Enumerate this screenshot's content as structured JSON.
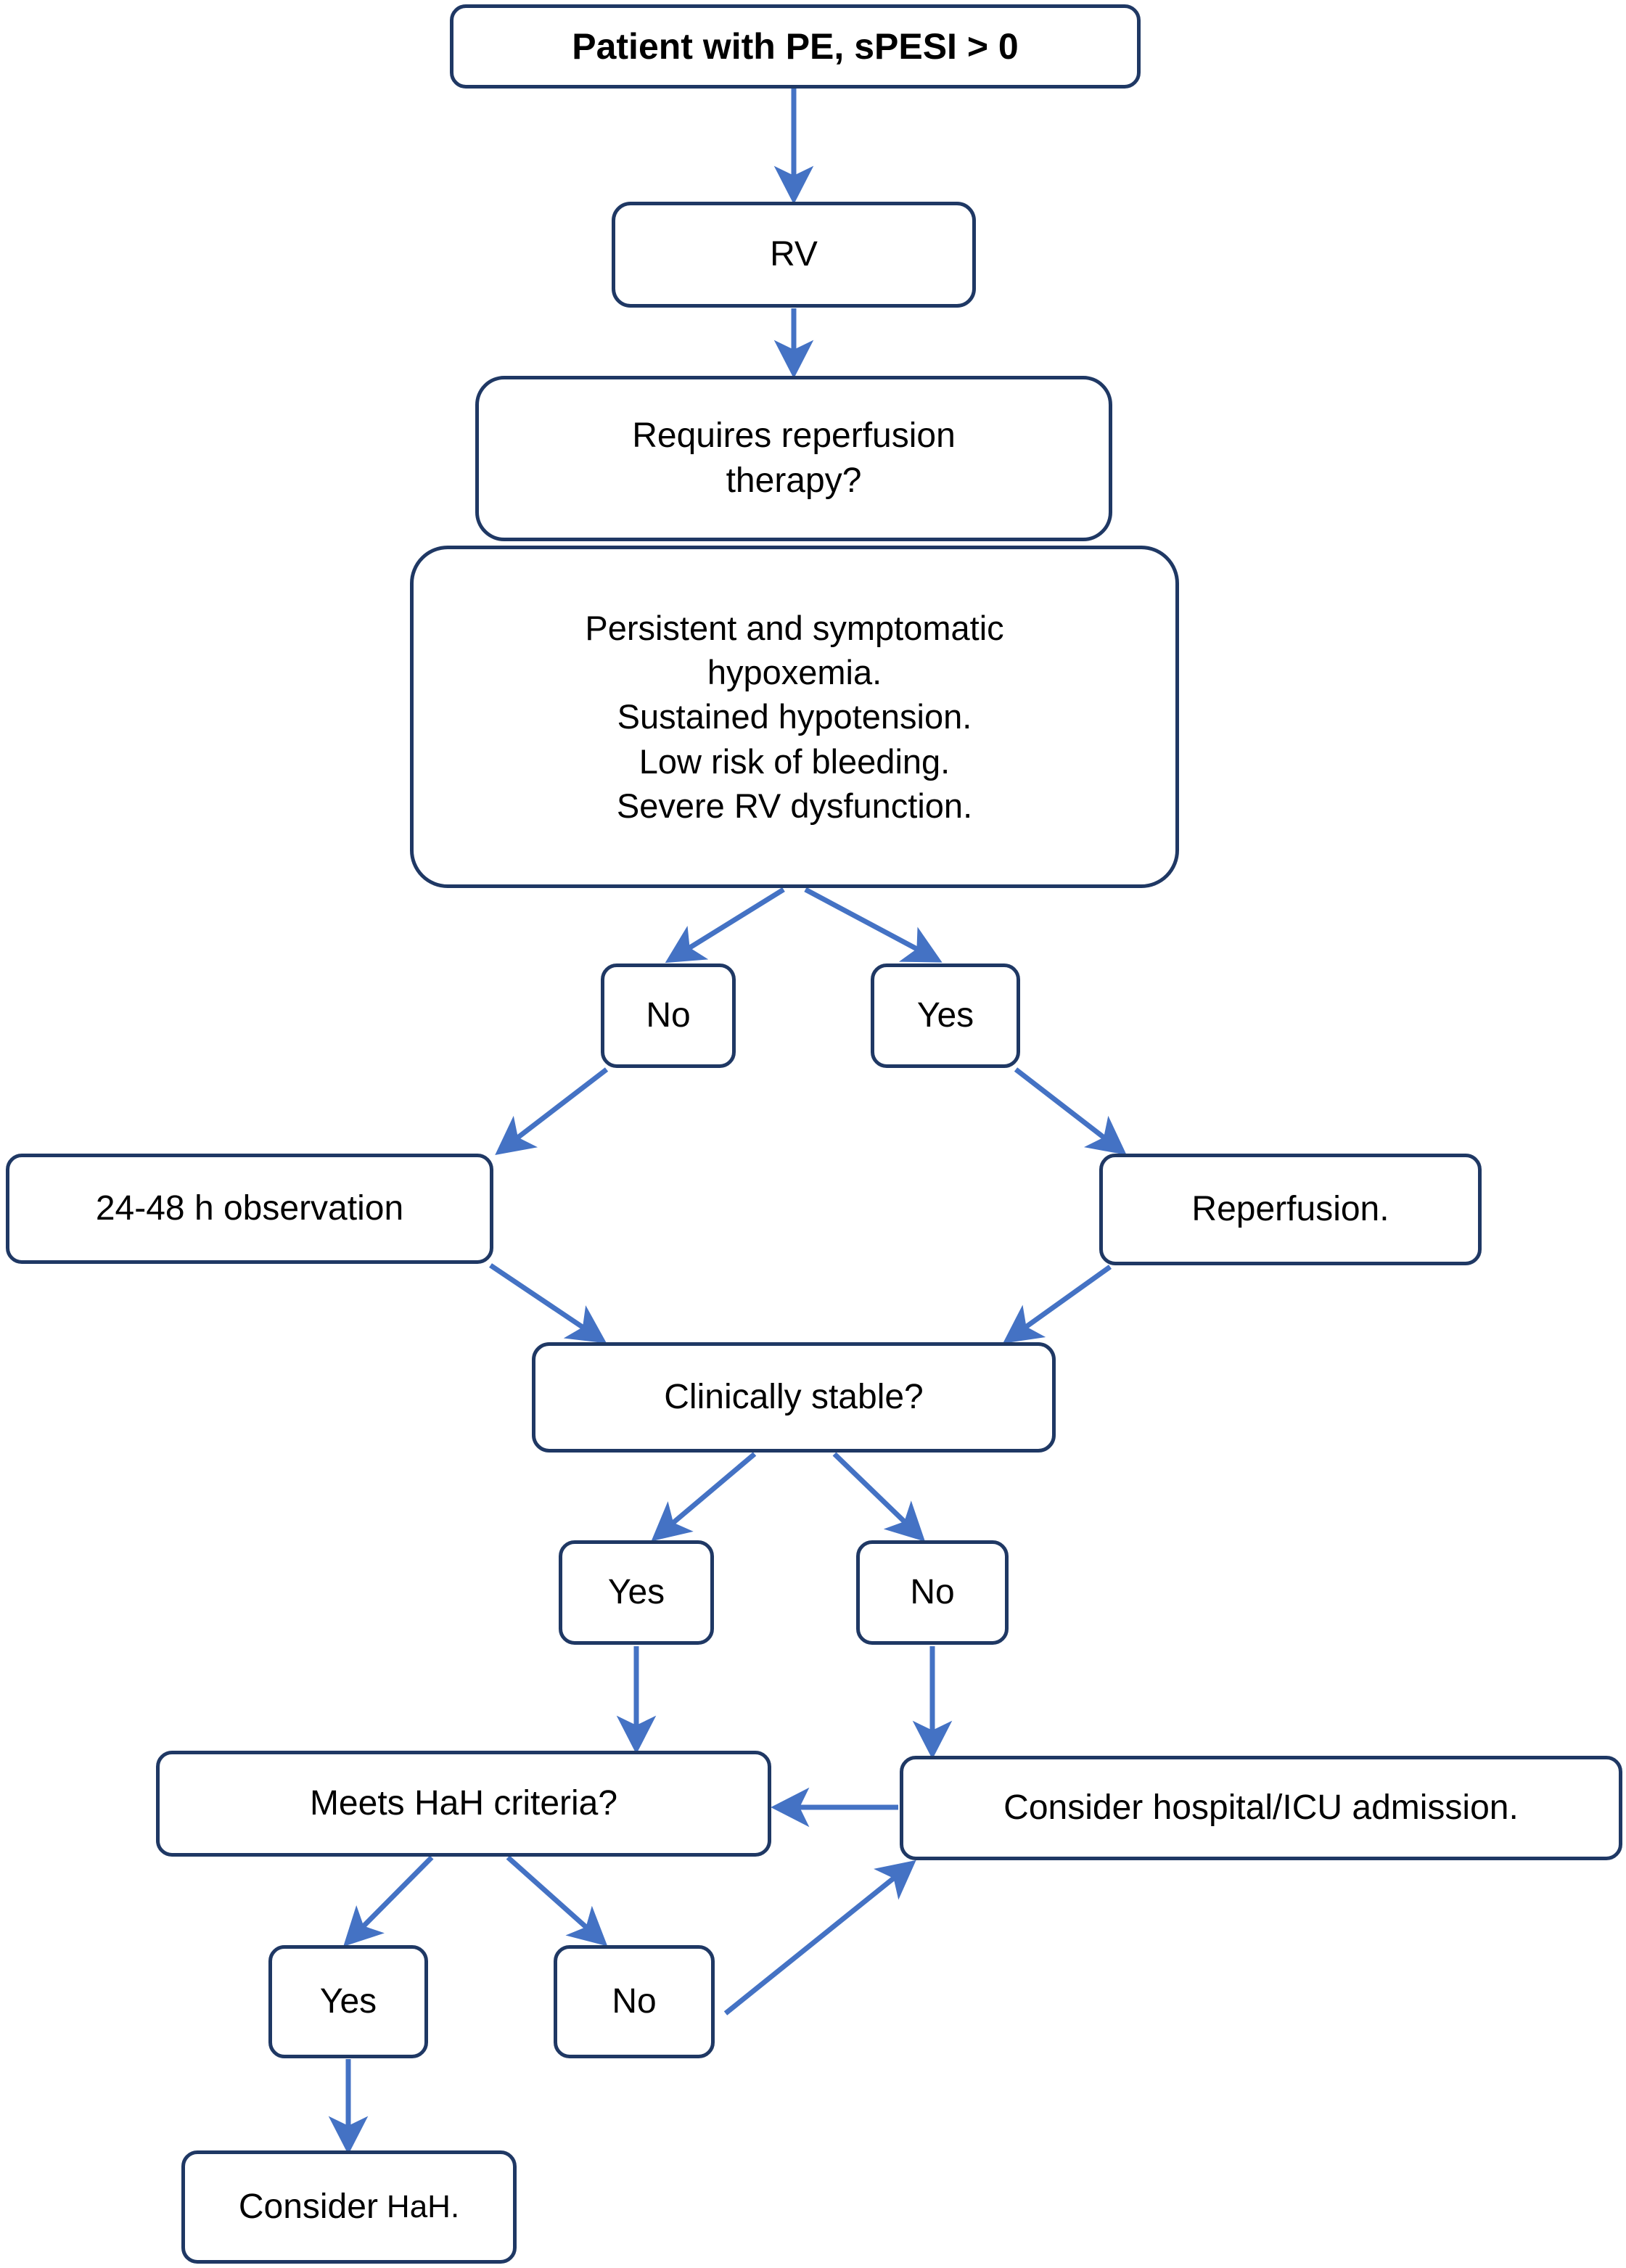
{
  "diagram": {
    "title": "Pulmonary embolism management flowchart",
    "colors": {
      "node_border": "#1F3864",
      "node_fill": "#FFFFFF",
      "arrow": "#4472C4",
      "text": "#000000"
    },
    "nodes": {
      "start": {
        "label": "Patient with PE, sPESI > 0"
      },
      "rv": {
        "label": "RV"
      },
      "requires_reperfusion": {
        "line1": "Requires reperfusion",
        "line2": "therapy?"
      },
      "criteria": {
        "line1": "Persistent and symptomatic",
        "line2": "hypoxemia.",
        "line3": "Sustained hypotension.",
        "line4": "Low risk of bleeding.",
        "line5": "Severe RV dysfunction."
      },
      "reperf_no": {
        "label": "No"
      },
      "reperf_yes": {
        "label": "Yes"
      },
      "observation": {
        "label": "24-48 h observation"
      },
      "reperfusion": {
        "label": "Reperfusion."
      },
      "clinically_stable": {
        "label": "Clinically stable?"
      },
      "stable_yes": {
        "label": "Yes"
      },
      "stable_no": {
        "label": "No"
      },
      "hah_criteria": {
        "label": "Meets HaH criteria?"
      },
      "hospital_admission": {
        "label": "Consider hospital/ICU admission."
      },
      "hah_yes": {
        "label": "Yes"
      },
      "hah_no": {
        "label": "No"
      },
      "consider_hah": {
        "label_part1": "Consider",
        "label_part2": "HaH."
      }
    }
  }
}
